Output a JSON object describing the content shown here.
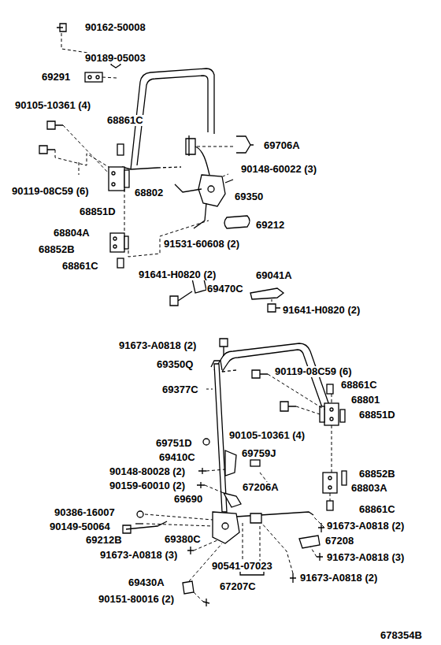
{
  "diagram": {
    "labels": [
      "90162-50008",
      "90189-05003",
      "69291",
      "90105-10361 (4)",
      "68861C",
      "69706A",
      "90119-08C59 (6)",
      "68802",
      "68851D",
      "90148-60022 (3)",
      "69350",
      "69212",
      "68804A",
      "68852B",
      "91531-60608 (2)",
      "68861C",
      "91641-H0820 (2)",
      "69041A",
      "69470C",
      "91641-H0820 (2)",
      "91673-A0818 (2)",
      "69350Q",
      "69377C",
      "90119-08C59 (6)",
      "68861C",
      "68801",
      "68851D",
      "90105-10361 (4)",
      "69751D",
      "69410C",
      "69759J",
      "90148-80028 (2)",
      "68852B",
      "90159-60010 (2)",
      "67206A",
      "68803A",
      "69690",
      "68861C",
      "90386-16007",
      "90149-50064",
      "91673-A0818 (2)",
      "69212B",
      "69380C",
      "67208",
      "91673-A0818 (3)",
      "91673-A0818 (3)",
      "90541-07023",
      "91673-A0818 (2)",
      "69430A",
      "67207C",
      "90151-80016 (2)",
      "678354B"
    ]
  }
}
